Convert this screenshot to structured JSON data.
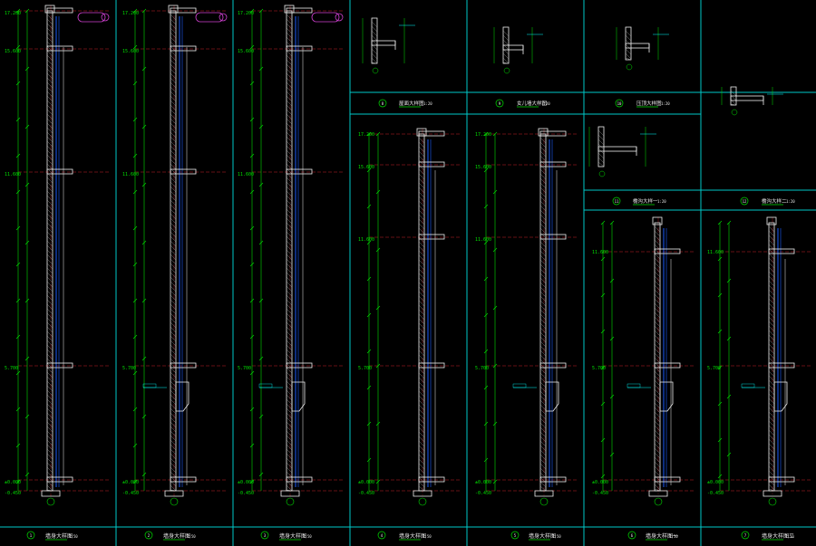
{
  "drawing": {
    "background": "#000000",
    "colors": {
      "frame": "#00c8c8",
      "dim": "#00e000",
      "wall": "#f0f0f0",
      "hatch": "#b0b0b0",
      "glass": "#1a5cff",
      "axis": "#c81e28",
      "note": "#00ffff",
      "tag": "#d040d0",
      "label": "#e8e8e8"
    },
    "sheets": [
      {
        "id": "s1",
        "number": "1",
        "title": "墙身大样图",
        "scale": "1:50",
        "levels": [
          "17.200",
          "15.600",
          "11.600",
          "5.700",
          "±0.000",
          "-0.450"
        ],
        "has_tag": true
      },
      {
        "id": "s2",
        "number": "2",
        "title": "墙身大样图",
        "scale": "1:50",
        "levels": [
          "17.200",
          "15.600",
          "11.600",
          "5.700",
          "±0.000",
          "-0.450"
        ],
        "has_tag": true
      },
      {
        "id": "s3",
        "number": "3",
        "title": "墙身大样图",
        "scale": "1:50",
        "levels": [
          "17.200",
          "15.600",
          "11.600",
          "5.700",
          "±0.000",
          "-0.450"
        ],
        "has_tag": true
      },
      {
        "id": "s4",
        "number": "4",
        "title": "墙身大样图",
        "scale": "1:50",
        "levels": [
          "17.200",
          "15.600",
          "11.600",
          "5.700",
          "±0.000",
          "-0.450"
        ]
      },
      {
        "id": "s5",
        "number": "5",
        "title": "墙身大样图",
        "scale": "1:50",
        "levels": [
          "17.200",
          "15.600",
          "11.600",
          "5.700",
          "±0.000",
          "-0.450"
        ]
      },
      {
        "id": "s6",
        "number": "6",
        "title": "墙身大样图一",
        "scale": "1:50",
        "levels": [
          "11.600",
          "5.700",
          "±0.000",
          "-0.450"
        ]
      },
      {
        "id": "s7",
        "number": "7",
        "title": "墙身大样图二",
        "scale": "1:50",
        "levels": [
          "11.600",
          "5.700",
          "±0.000",
          "-0.450"
        ]
      }
    ],
    "details": [
      {
        "id": "d1",
        "number": "8",
        "title": "屋面大样图",
        "scale": "1:20"
      },
      {
        "id": "d2",
        "number": "9",
        "title": "女儿墙大样图",
        "scale": "1:20"
      },
      {
        "id": "d3",
        "number": "10",
        "title": "压顶大样图",
        "scale": "1:20"
      },
      {
        "id": "d4",
        "number": "11",
        "title": "檐沟大样一",
        "scale": "1:20"
      },
      {
        "id": "d5",
        "number": "12",
        "title": "檐沟大样二",
        "scale": "1:20"
      }
    ]
  }
}
